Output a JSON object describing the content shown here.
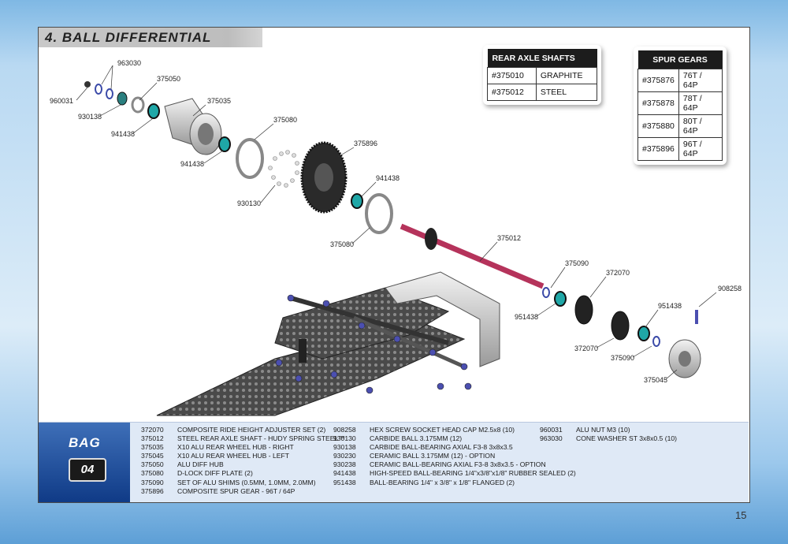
{
  "section_title": "4. BALL DIFFERENTIAL",
  "rear_axle_shafts": {
    "header": "REAR AXLE SHAFTS",
    "rows": [
      {
        "code": "#375010",
        "desc": "GRAPHITE"
      },
      {
        "code": "#375012",
        "desc": "STEEL"
      }
    ]
  },
  "spur_gears": {
    "header": "SPUR GEARS",
    "rows": [
      {
        "code": "#375876",
        "desc": "76T / 64P"
      },
      {
        "code": "#375878",
        "desc": "78T / 64P"
      },
      {
        "code": "#375880",
        "desc": "80T / 64P"
      },
      {
        "code": "#375896",
        "desc": "96T / 64P"
      }
    ]
  },
  "callouts": [
    "963030",
    "960031",
    "375050",
    "930138",
    "375035",
    "941438",
    "375080",
    "941438",
    "375896",
    "930130",
    "941438",
    "375080",
    "375012",
    "375090",
    "372070",
    "951438",
    "908258",
    "951438",
    "372070",
    "375090",
    "375045"
  ],
  "bag": {
    "label": "BAG",
    "number": "04"
  },
  "parts_columns": [
    [
      {
        "code": "372070",
        "desc": "COMPOSITE RIDE HEIGHT ADJUSTER SET (2)"
      },
      {
        "code": "375012",
        "desc": "STEEL REAR AXLE SHAFT - HUDY SPRING STEEL™"
      },
      {
        "code": "375035",
        "desc": "X10 ALU REAR WHEEL HUB - RIGHT"
      },
      {
        "code": "375045",
        "desc": "X10 ALU REAR WHEEL HUB - LEFT"
      },
      {
        "code": "375050",
        "desc": "ALU DIFF HUB"
      },
      {
        "code": "375080",
        "desc": "D-LOCK DIFF PLATE (2)"
      },
      {
        "code": "375090",
        "desc": "SET OF ALU SHIMS (0.5MM, 1.0MM, 2.0MM)"
      },
      {
        "code": "375896",
        "desc": "COMPOSITE SPUR GEAR - 96T / 64P"
      }
    ],
    [
      {
        "code": "908258",
        "desc": "HEX SCREW SOCKET HEAD CAP M2.5x8  (10)"
      },
      {
        "code": "930130",
        "desc": "CARBIDE BALL 3.175MM  (12)"
      },
      {
        "code": "930138",
        "desc": "CARBIDE BALL-BEARING AXIAL F3-8 3x8x3.5"
      },
      {
        "code": "930230",
        "desc": "CERAMIC BALL 3.175MM  (12) - OPTION"
      },
      {
        "code": "930238",
        "desc": "CERAMIC BALL-BEARING AXIAL F3-8 3x8x3.5 - OPTION"
      },
      {
        "code": "941438",
        "desc": "HIGH-SPEED BALL-BEARING 1/4\"x3/8\"x1/8\"  RUBBER SEALED (2)"
      },
      {
        "code": "951438",
        "desc": "BALL-BEARING 1/4\" x 3/8\" x 1/8\"  FLANGED  (2)"
      }
    ],
    [
      {
        "code": "960031",
        "desc": "ALU NUT M3  (10)"
      },
      {
        "code": "963030",
        "desc": "CONE WASHER ST 3x8x0.5  (10)"
      }
    ]
  ],
  "page_number": "15"
}
